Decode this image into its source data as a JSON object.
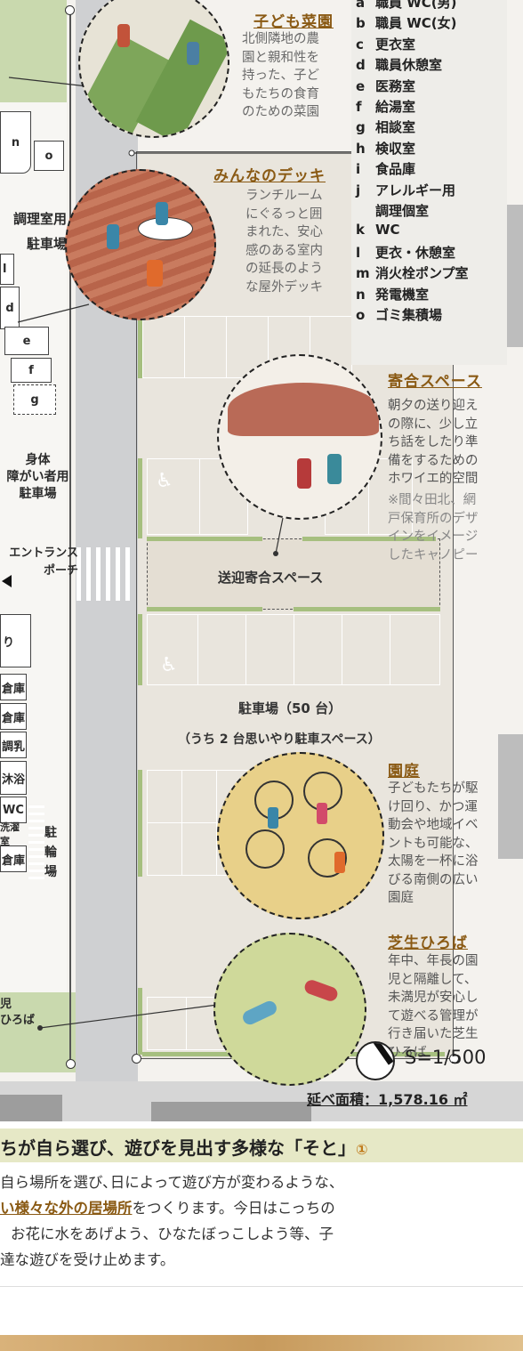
{
  "features": {
    "kitchen_garden": {
      "title": "子ども菜園",
      "text": "北側隣地の農\n園と親和性を\n持った、子ど\nもたちの食育\nのための菜園"
    },
    "deck": {
      "title": "みんなのデッキ",
      "text": "ランチルーム\nにぐるっと囲\nまれた、安心\n感のある室内\nの延長のよう\nな屋外デッキ"
    },
    "gathering": {
      "title": "寄合スペース",
      "text": "朝夕の送り迎え\nの際に、少し立\nち話をしたり準\n備をするための\nホワイエ的空間",
      "note": "※間々田北、網\n戸保育所のデザ\nインをイメージ\nしたキャノピー"
    },
    "garden": {
      "title": "園庭",
      "text": "子どもたちが駆\nけ回り、かつ運\n動会や地域イベ\nントも可能な、\n太陽を一杯に浴\nびる南側の広い\n園庭"
    },
    "lawn": {
      "title": "芝生ひろば",
      "text": "年中、年長の園\n児と隔離して、\n未満児が安心し\nて遊べる管理が\n行き届いた芝生\nひろば"
    }
  },
  "legend": [
    {
      "key": "a",
      "label": "職員 WC(男)"
    },
    {
      "key": "b",
      "label": "職員 WC(女)"
    },
    {
      "key": "c",
      "label": "更衣室"
    },
    {
      "key": "d",
      "label": "職員休憩室"
    },
    {
      "key": "e",
      "label": "医務室"
    },
    {
      "key": "f",
      "label": "給湯室"
    },
    {
      "key": "g",
      "label": "相談室"
    },
    {
      "key": "h",
      "label": "検収室"
    },
    {
      "key": "i",
      "label": "食品庫"
    },
    {
      "key": "j",
      "label": "アレルギー用"
    },
    {
      "key": "",
      "label": "調理個室"
    },
    {
      "key": "k",
      "label": "WC"
    },
    {
      "key": "l",
      "label": "更衣・休憩室"
    },
    {
      "key": "m",
      "label": "消火栓ポンプ室"
    },
    {
      "key": "n",
      "label": "発電機室"
    },
    {
      "key": "o",
      "label": "ゴミ集積場"
    }
  ],
  "plan_labels": {
    "kitchen_parking": "調理室用\n駐車場",
    "disabled_parking": "身体\n障がい者用\n駐車場",
    "entrance": "エントランス\nポーチ",
    "dropoff": "送迎寄合スペース",
    "parking": "駐車場（50 台）",
    "parking_sub": "（うち 2 台思いやり駐車スペース）",
    "bike": "駐\n輪\n場",
    "lawn_plaza": "児\nひろば",
    "storage": "倉庫",
    "milk": "調乳",
    "bath": "沐浴",
    "wc": "WC",
    "laundry": "洗濯室",
    "room_n": "n",
    "room_o": "o",
    "room_e": "e",
    "room_f": "f",
    "room_g": "g",
    "room_l": "l",
    "room_d": "d",
    "room_ri": "り"
  },
  "scale": "S=1/500",
  "floor_area": "延べ面積：1,578.16 ㎡",
  "bottom": {
    "heading": "ちが自ら選び、遊びを見出す多様な「そと」",
    "heading_num": "①",
    "line1": "自ら場所を選び､日によって遊び方が変わるような、",
    "line2_emph": "い様々な外の居場所",
    "line2_rest": "をつくります。今日はこっちの",
    "line3": "お花に水をあげよう、ひなたぼっこしよう等、子",
    "line4": "達な遊びを受け止めます。"
  }
}
